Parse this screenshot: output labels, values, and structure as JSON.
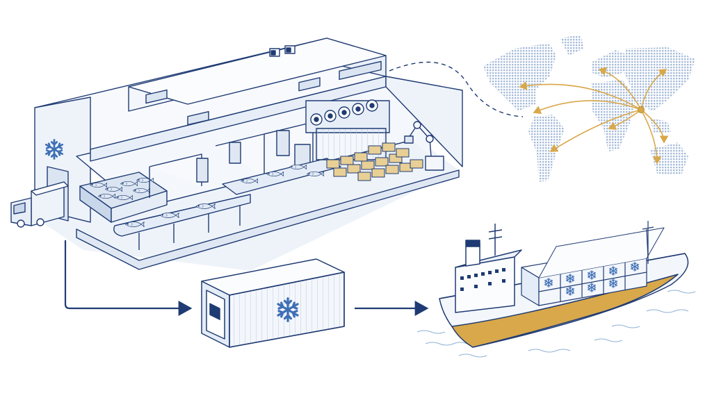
{
  "diagram": {
    "stages": [
      {
        "id": "processing-plant",
        "icon": "snowflake-icon"
      },
      {
        "id": "reefer-container",
        "icon": "snowflake-icon"
      },
      {
        "id": "cargo-ship",
        "icon": "snowflake-icon"
      },
      {
        "id": "world-map-export-routes"
      }
    ],
    "flows": [
      {
        "from": "processing-plant",
        "to": "reefer-container",
        "style": "solid-arrow"
      },
      {
        "from": "reefer-container",
        "to": "cargo-ship",
        "style": "solid-arrow"
      },
      {
        "from": "processing-plant",
        "to": "world-map-export-routes",
        "style": "dashed-line"
      }
    ],
    "export_routes_from": "east-asia",
    "export_route_count": 8
  },
  "colors": {
    "line": "#1f3b73",
    "accent": "#d8a84a",
    "ice_blue": "#3f6fb5",
    "map_dots": "#9fb6d6",
    "panel": "#eef3fa",
    "water": "#8fb0d8"
  }
}
